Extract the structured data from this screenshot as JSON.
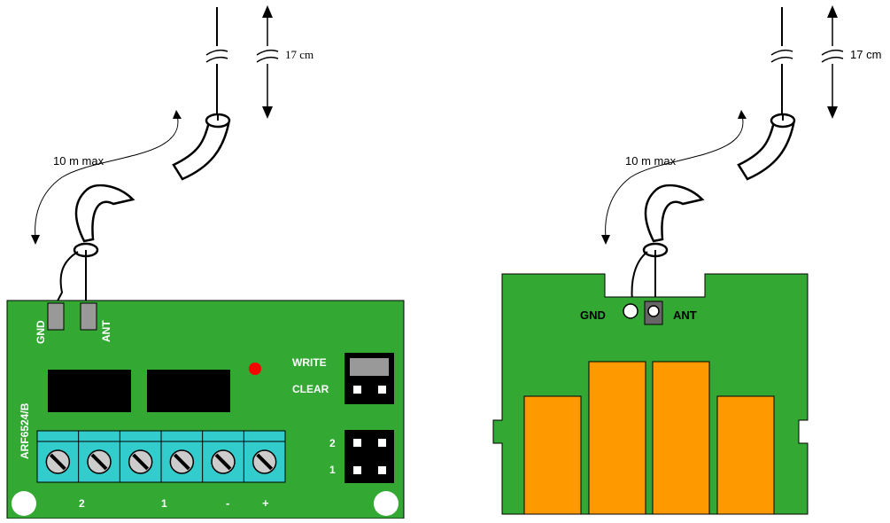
{
  "left": {
    "antenna_length": "17 cm",
    "cable_length": "10 m max",
    "gnd": "GND",
    "ant": "ANT",
    "model": "ARF6524/B",
    "write": "WRITE",
    "clear": "CLEAR",
    "jumper_2": "2",
    "jumper_1": "1",
    "term_2": "2",
    "term_1": "1",
    "term_minus": "-",
    "term_plus": "+"
  },
  "right": {
    "antenna_length": "17 cm",
    "cable_length": "10 m max",
    "gnd": "GND",
    "ant": "ANT"
  },
  "colors": {
    "board_green": "#33a833",
    "terminal_cyan": "#33cccc",
    "relay_orange": "#ff9900",
    "led_red": "#ff0000",
    "dark_block": "#000000",
    "pin_gray": "#999999"
  }
}
